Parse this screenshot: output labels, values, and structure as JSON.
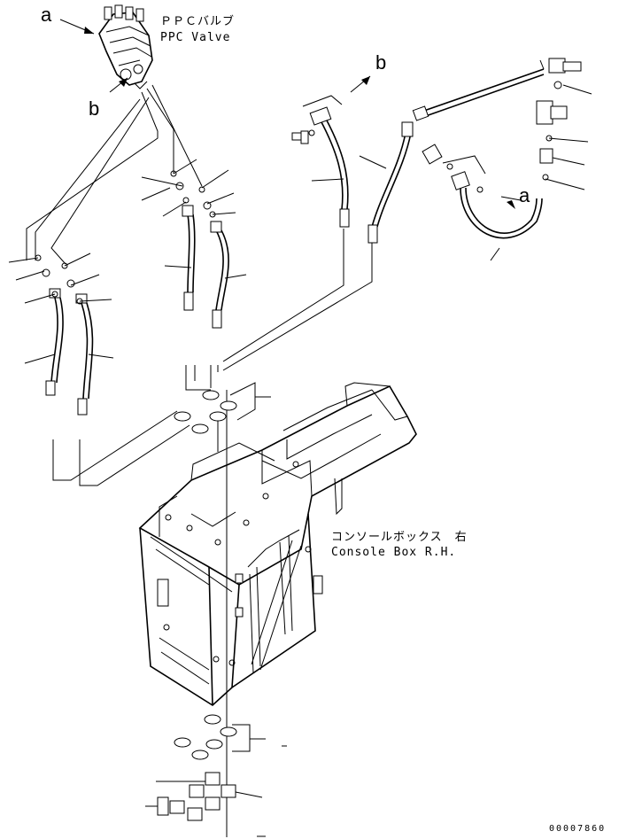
{
  "labels": {
    "ppc_valve_jp": "ＰＰＣバルブ",
    "ppc_valve_en": "PPC Valve",
    "console_box_jp": "コンソールボックス　右",
    "console_box_en": "Console Box R.H.",
    "callout_a": "a",
    "callout_b": "b",
    "drawing_number": "00007860"
  }
}
